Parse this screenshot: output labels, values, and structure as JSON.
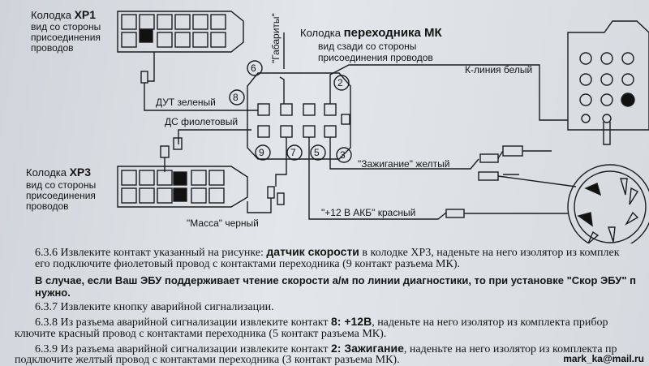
{
  "diagram": {
    "xp1": {
      "title_prefix": "Колодка ",
      "title_bold": "XP1",
      "line2": "вид со стороны",
      "line3": "присоединения",
      "line4": "проводов"
    },
    "xp3": {
      "title_prefix": "Колодка ",
      "title_bold": "XP3",
      "line2": "вид со стороны",
      "line3": "присоединения",
      "line4": "проводов"
    },
    "mk": {
      "title_prefix": "Колодка ",
      "title_bold": "переходника МК",
      "line2": "вид сзади со стороны",
      "line3": "присоединения проводов"
    },
    "wires": {
      "gabarity": "\"Габариты\"",
      "k_line": "К-линия белый",
      "dut": "ДУТ зеленый",
      "ds": "ДС фиолетовый",
      "ignition": "\"Зажигание\" желтый",
      "akb": "\"+12 В АКБ\" красный",
      "massa": "\"Масса\" черный"
    },
    "pins": {
      "p6": "6",
      "p8": "8",
      "p2": "2",
      "p9": "9",
      "p7": "7",
      "p5": "5",
      "p3": "3"
    }
  },
  "text": {
    "l1a": "6.3.6 Извлеките контакт указанный на рисунке: ",
    "l1b": "датчик скорости",
    "l1c": " в колодке XP3, наденьте на него изолятор из комплек",
    "l2": "его подключите фиолетовый провод с контактами переходника (9 контакт разъема МК).",
    "l3": "В случае, если Ваш ЭБУ поддерживает чтение скорости а/м по линии диагностики, то при установке \"Скор ЭБУ\" п",
    "l4": "нужно.",
    "l5": "6.3.7 Извлеките кнопку аварийной сигнализации.",
    "l6a": "6.3.8 Из разъема аварийной сигнализации извлеките контакт ",
    "l6b": "8: +12В",
    "l6c": ", наденьте на него изолятор из комплекта прибор",
    "l7": "ключите красный провод с контактами переходника (5 контакт разъема МК).",
    "l8a": "6.3.9 Из разъема аварийной сигнализации извлеките контакт ",
    "l8b": "2: Зажигание",
    "l8c": ", наденьте на него изолятор из комплекта пр",
    "l9": "подключите желтый провод с контактами переходника (3 контакт разъема МК)."
  },
  "watermark": "mark_ka@mail.ru"
}
